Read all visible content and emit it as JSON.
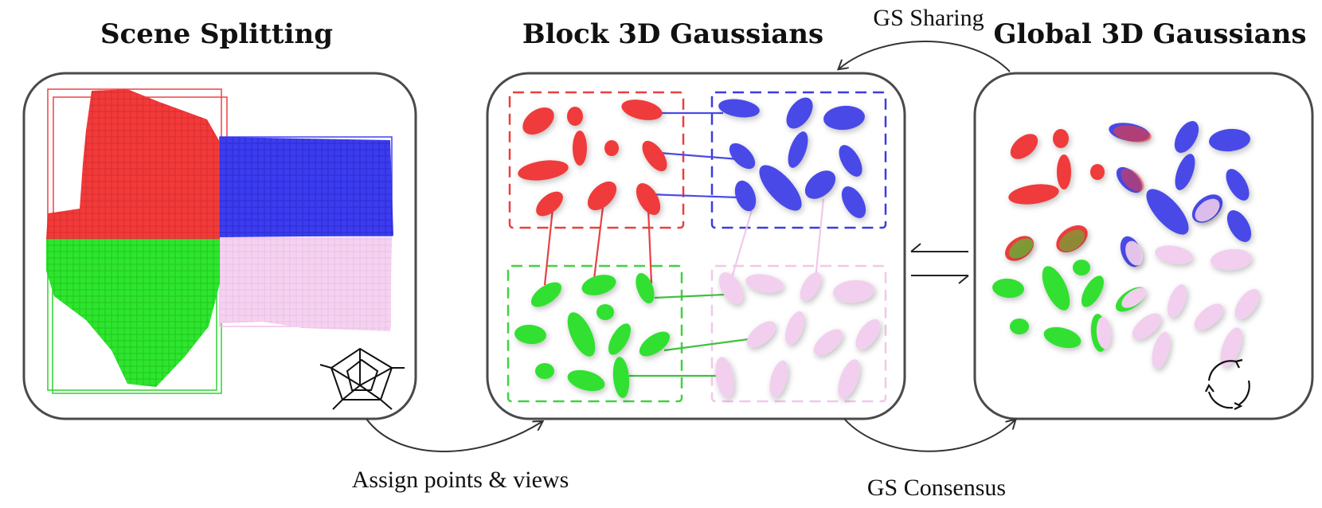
{
  "titles": {
    "scene_splitting": "Scene Splitting",
    "block_gaussians": "Block 3D Gaussians",
    "global_gaussians": "Global 3D Gaussians"
  },
  "captions": {
    "assign": "Assign points & views",
    "gs_sharing": "GS Sharing",
    "gs_consensus": "GS Consensus"
  },
  "colors": {
    "red": "#ef3b3b",
    "blue": "#4a4ae8",
    "green": "#33e033",
    "pink": "#f2cfee",
    "outline": "#4a4a4a",
    "arrow": "#333333"
  },
  "icons": {
    "scene_splitting": "radar-pentagon-icon",
    "global": "cycle-arrows-icon"
  },
  "blocks": [
    "red",
    "blue",
    "green",
    "pink"
  ]
}
